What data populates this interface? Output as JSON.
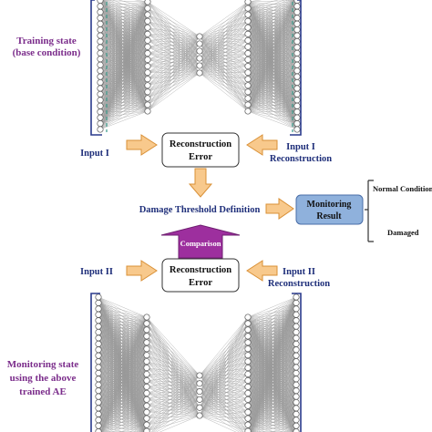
{
  "training": {
    "label_line1": "Training state",
    "label_line2": "(base condition)",
    "input_label": "Input I",
    "recon_label_line1": "Input I",
    "recon_label_line2": "Reconstruction"
  },
  "error_box_top": {
    "line1": "Reconstruction",
    "line2": "Error"
  },
  "threshold_label": "Damage Threshold Definition",
  "monitoring_box": {
    "line1": "Monitoring",
    "line2": "Result"
  },
  "outcomes": {
    "normal": "Normal Condition",
    "damaged": "Damaged"
  },
  "comparison_label": "Comparison",
  "monitoring": {
    "input_label": "Input II",
    "recon_label_line1": "Input II",
    "recon_label_line2": "Reconstruction",
    "label_line1": "Monitoring state",
    "label_line2": "using the above",
    "label_line3": "trained AE"
  },
  "error_box_bottom": {
    "line1": "Reconstruction",
    "line2": "Error"
  },
  "colors": {
    "label_purple": "#7b2d8b",
    "label_navy": "#1f2f7a",
    "arrow_fill": "#f8c98c",
    "arrow_stroke": "#d99036",
    "comparison_fill": "#9d2f9e",
    "monitoring_box_fill": "#8fb1dc",
    "bracket": "#2a3a8c"
  }
}
